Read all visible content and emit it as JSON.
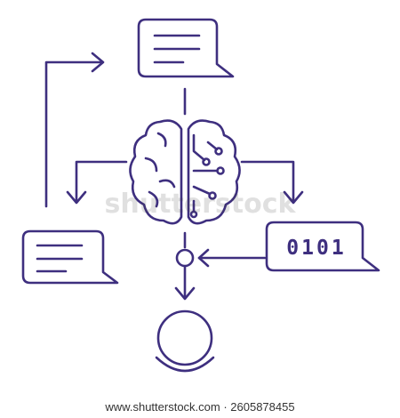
{
  "colors": {
    "stroke": "#3e2f7f",
    "background": "#ffffff"
  },
  "binary_label": "0101",
  "watermark": "shutterstock",
  "footer": "www.shutterstock.com · 2605878455",
  "icons": [
    "speech-bubble-icon",
    "brain-circuit-icon",
    "binary-data-icon",
    "user-head-icon"
  ]
}
